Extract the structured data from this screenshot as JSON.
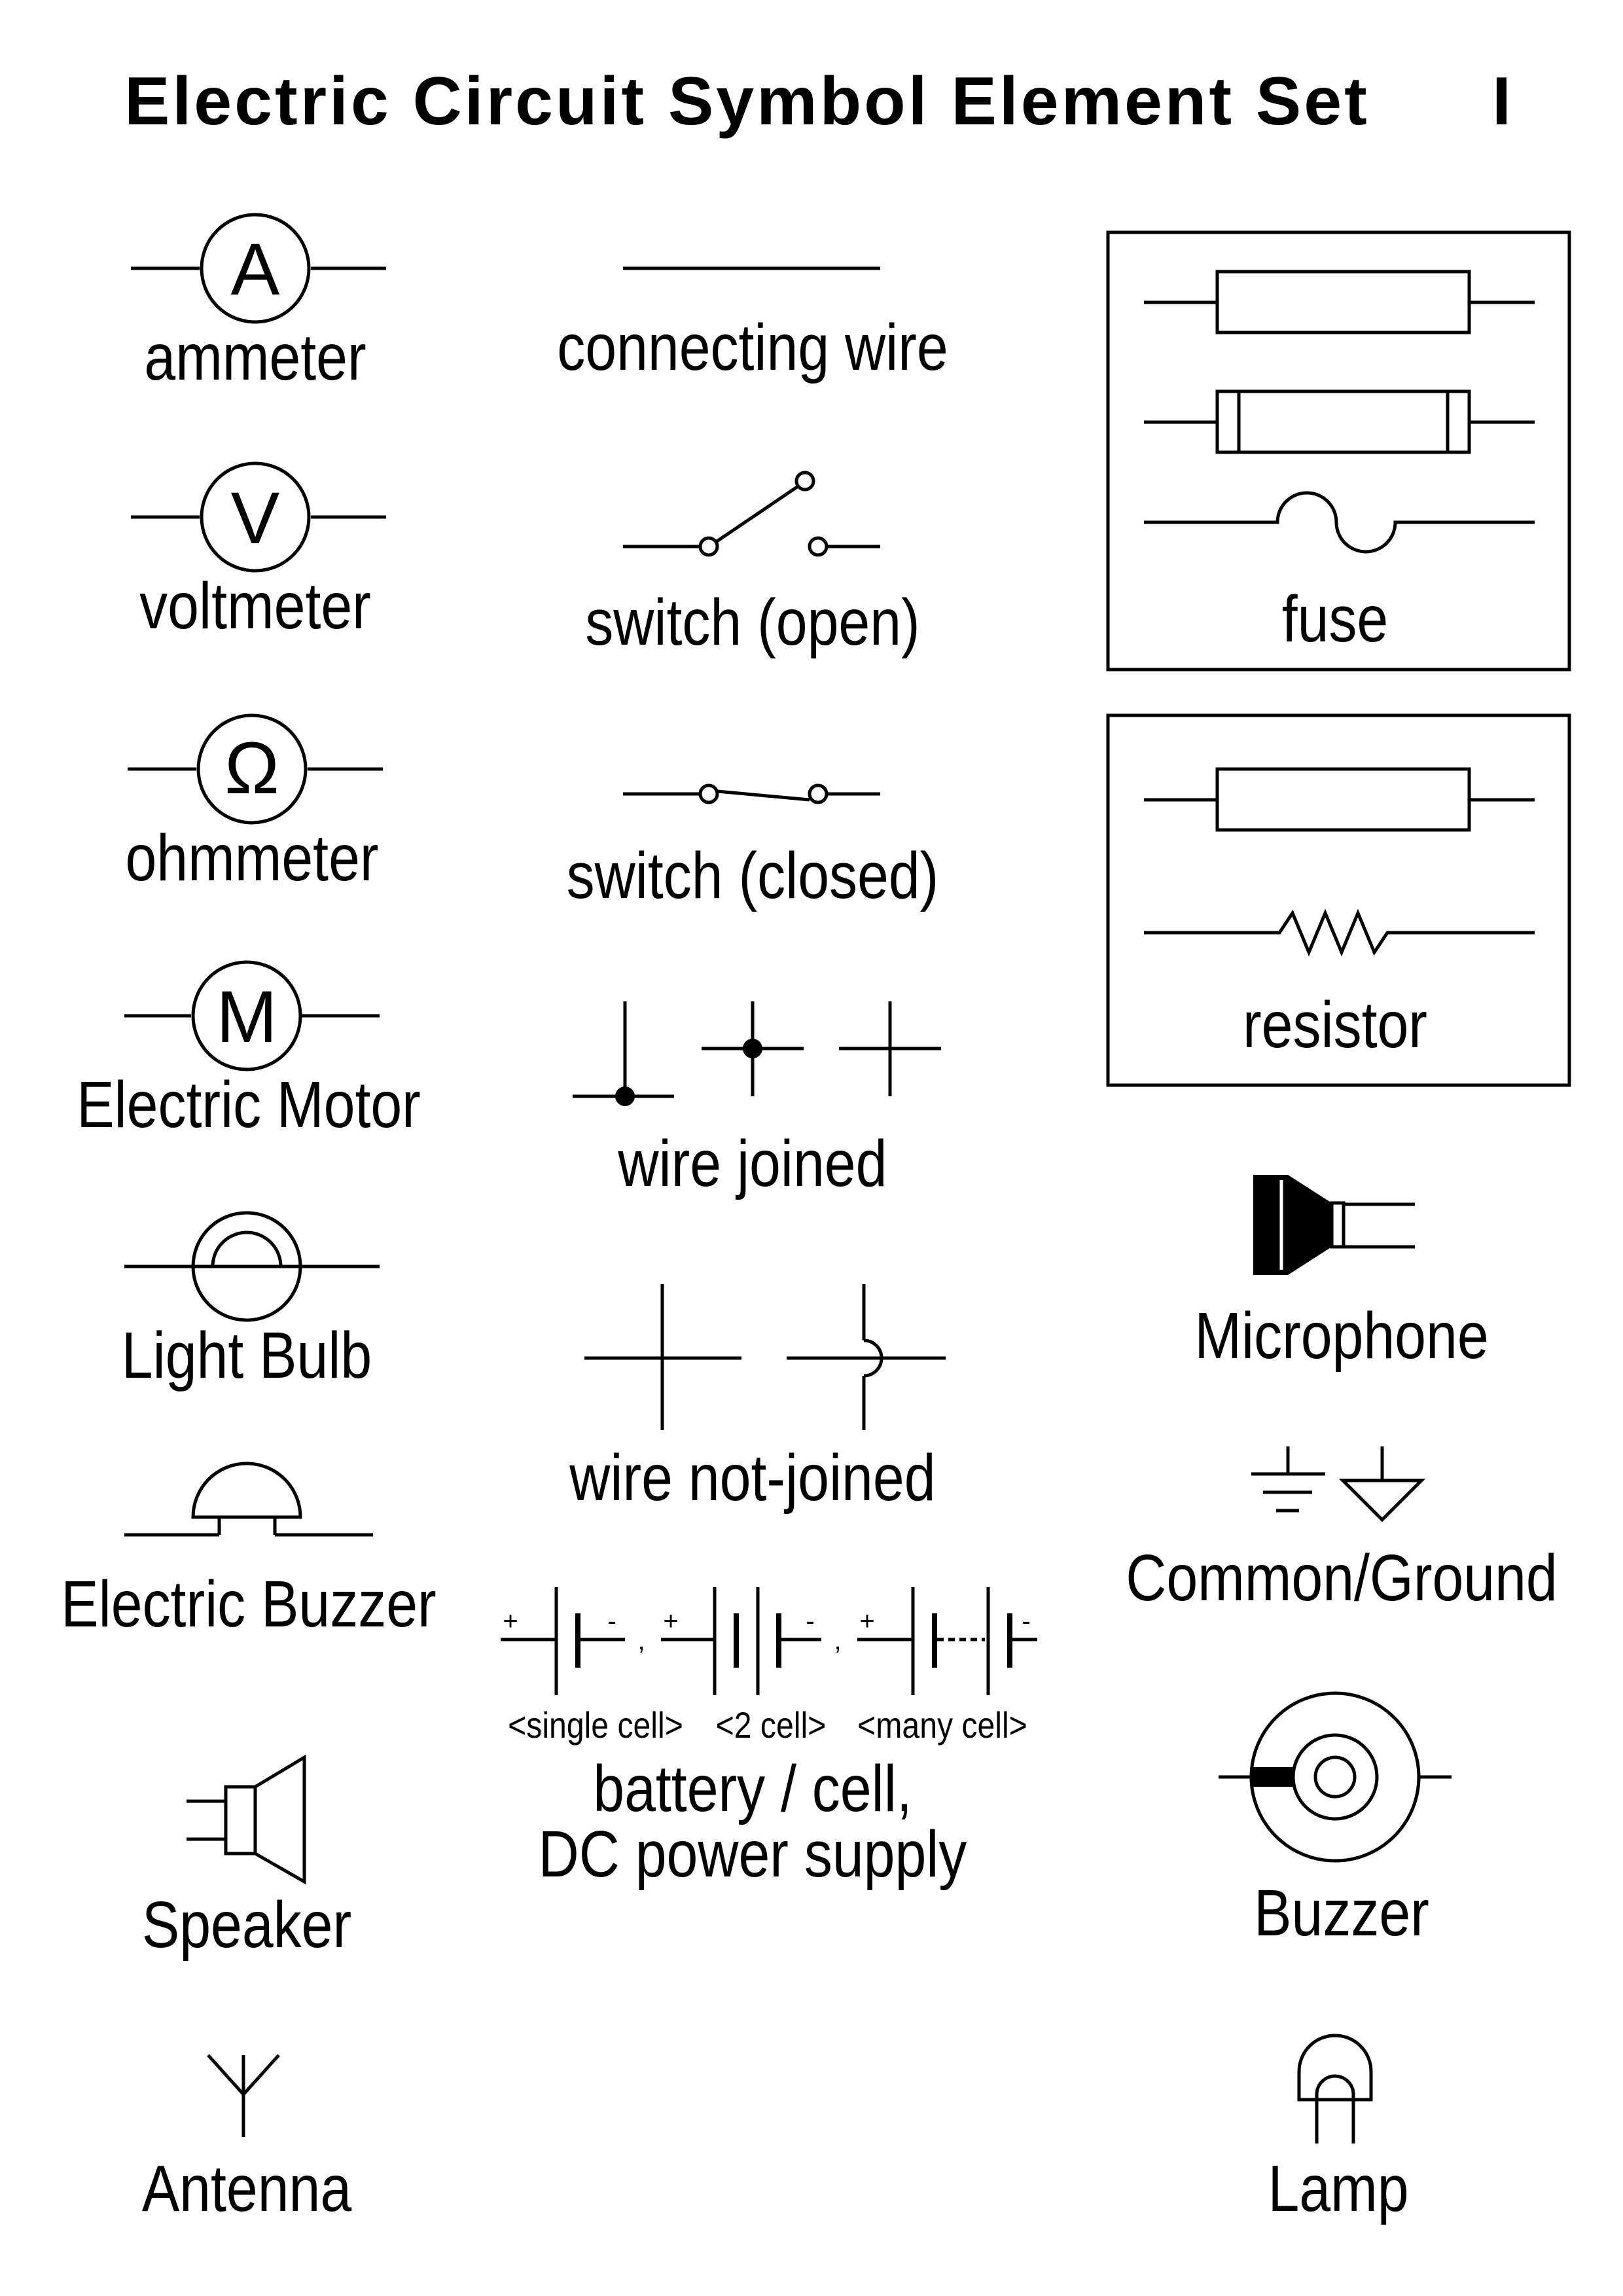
{
  "title": "Electric Circuit Symbol Element Set",
  "title_numeral": "I",
  "meter_letters": {
    "ammeter": "A",
    "voltmeter": "V",
    "ohmmeter": "Ω",
    "motor": "M"
  },
  "labels": {
    "ammeter": "ammeter",
    "voltmeter": "voltmeter",
    "ohmmeter": "ohmmeter",
    "electric_motor": "Electric Motor",
    "light_bulb": "Light Bulb",
    "electric_buzzer": "Electric Buzzer",
    "speaker": "Speaker",
    "antenna": "Antenna",
    "connecting_wire": "connecting wire",
    "switch_open": "switch (open)",
    "switch_closed": "switch (closed)",
    "wire_joined": "wire joined",
    "wire_not_joined": "wire not-joined",
    "battery_line1": "battery / cell,",
    "battery_line2": "DC power supply",
    "fuse": "fuse",
    "resistor": "resistor",
    "microphone": "Microphone",
    "ground": "Common/Ground",
    "buzzer": "Buzzer",
    "lamp": "Lamp"
  },
  "battery": {
    "plus": "+",
    "minus": "-",
    "separator": ",",
    "single_cell": "<single cell>",
    "two_cell": "<2 cell>",
    "many_cell": "<many cell>",
    "colors": {
      "single_cell": "#1a9a3c",
      "two_cell": "#1f5fb4",
      "many_cell": "#e0201f"
    }
  }
}
